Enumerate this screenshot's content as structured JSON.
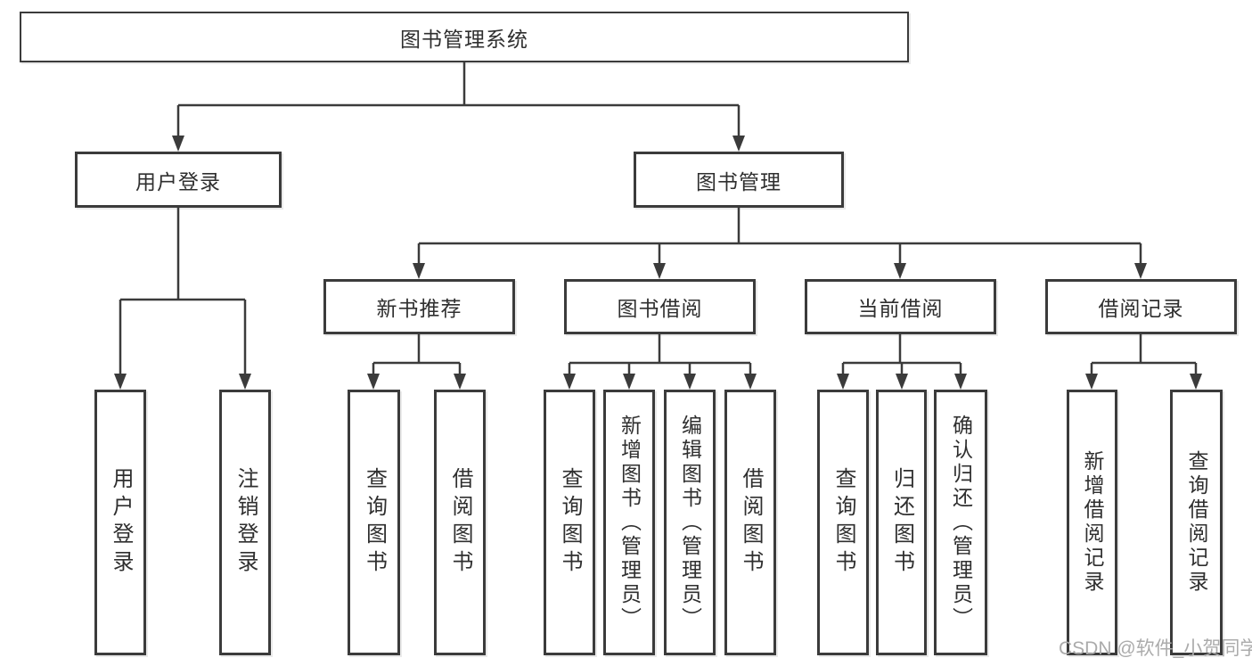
{
  "colors": {
    "line": "#3b3b3b",
    "box_border": "#3b3b3b",
    "text": "#2f2f2f",
    "background": "#ffffff",
    "watermark": "#ababab"
  },
  "tree": {
    "root": {
      "label": "图书管理系统"
    },
    "branches": [
      {
        "label": "用户登录",
        "children": [
          {
            "label": "用户登录"
          },
          {
            "label": "注销登录"
          }
        ]
      },
      {
        "label": "图书管理",
        "groups": [
          {
            "label": "新书推荐",
            "children": [
              {
                "label": "查询图书"
              },
              {
                "label": "借阅图书"
              }
            ]
          },
          {
            "label": "图书借阅",
            "children": [
              {
                "label": "查询图书"
              },
              {
                "label": "新增图书（管理员）"
              },
              {
                "label": "编辑图书（管理员）"
              },
              {
                "label": "借阅图书"
              }
            ]
          },
          {
            "label": "当前借阅",
            "children": [
              {
                "label": "查询图书"
              },
              {
                "label": "归还图书"
              },
              {
                "label": "确认归还（管理员）"
              }
            ]
          },
          {
            "label": "借阅记录",
            "children": [
              {
                "label": "新增借阅记录"
              },
              {
                "label": "查询借阅记录"
              }
            ]
          }
        ]
      }
    ]
  },
  "watermark": {
    "text": "CSDN @软件_小贺同学"
  }
}
